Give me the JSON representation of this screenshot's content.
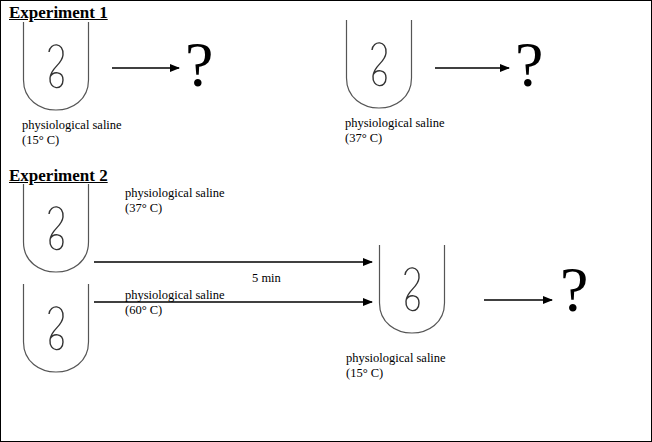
{
  "diagram": {
    "nodes": [
      {
        "text": [
          "physiological saline (15° C)"
        ]
      },
      {
        "text": [
          "?"
        ]
      },
      {
        "text": [
          "physiological saline (37° C)"
        ]
      },
      {
        "text": [
          "?"
        ]
      },
      {
        "text": [
          "physiological saline (37° C)"
        ]
      },
      {
        "text": [
          "physiological saline (60° C)"
        ]
      },
      {
        "text": [
          "physiological saline (15° C)"
        ]
      },
      {
        "text": [
          "?"
        ]
      }
    ],
    "edges": [
      {
        "from": 0,
        "to": 1,
        "arrow": "to"
      },
      {
        "from": 2,
        "to": 3,
        "arrow": "to"
      },
      {
        "from": 4,
        "to": 6,
        "arrow": "to"
      },
      {
        "from": 5,
        "to": 6,
        "arrow": "to"
      },
      {
        "from": 6,
        "to": 7,
        "arrow": "to"
      }
    ],
    "labels": [
      "Experiment 1",
      "Experiment 2",
      "5 min"
    ]
  }
}
